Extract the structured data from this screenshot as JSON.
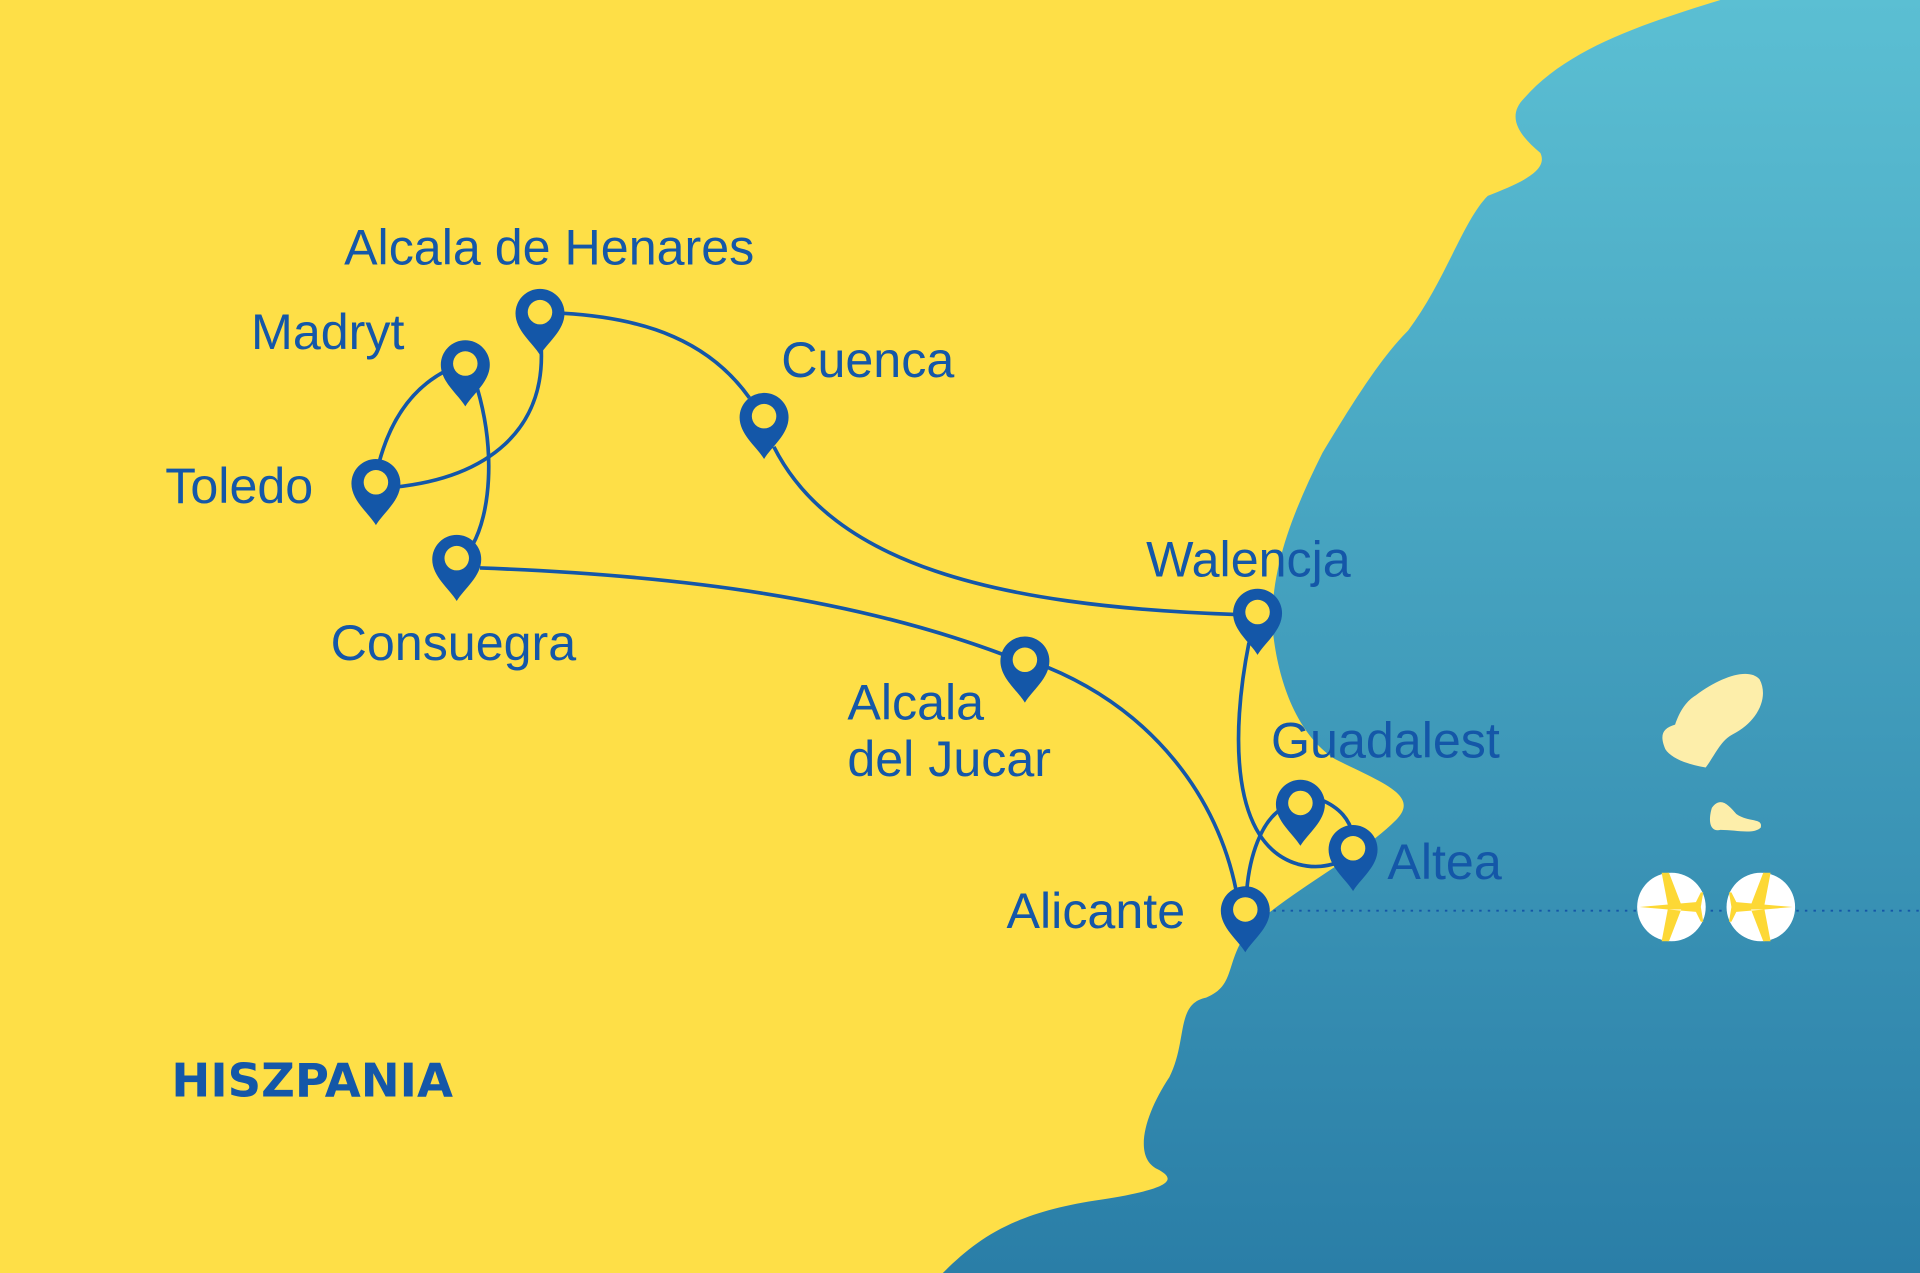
{
  "map": {
    "country": "HISZPANIA",
    "colors": {
      "land": "#fedf47",
      "sea_top": "#5bbfd3",
      "sea_bottom": "#2a7ea7",
      "island": "#fdeeaa",
      "accent": "#1457a8",
      "plane": "#fdd835"
    },
    "locations": [
      {
        "name": "Alcala de Henares"
      },
      {
        "name": "Madryt"
      },
      {
        "name": "Toledo"
      },
      {
        "name": "Consuegra"
      },
      {
        "name": "Cuenca"
      },
      {
        "name": "Walencja"
      },
      {
        "name": "Alcala",
        "name2": "del Jucar"
      },
      {
        "name": "Guadalest"
      },
      {
        "name": "Altea"
      },
      {
        "name": "Alicante"
      }
    ],
    "icons": [
      "map-pin-icon",
      "plane-arrival-icon",
      "plane-departure-icon"
    ]
  }
}
